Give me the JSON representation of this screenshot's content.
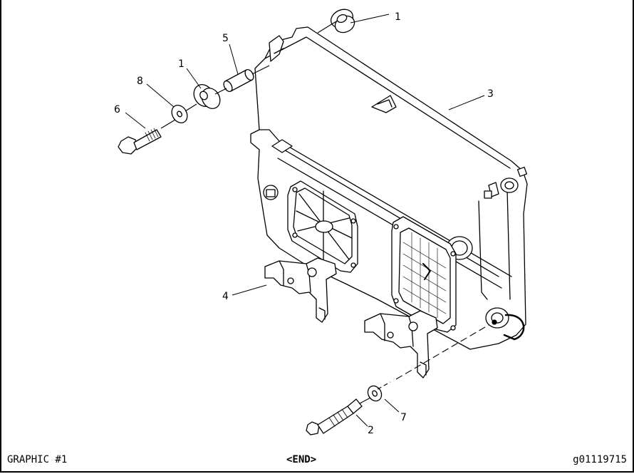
{
  "callouts": {
    "c1_top": "1",
    "c1_left": "1",
    "c2": "2",
    "c3": "3",
    "c4": "4",
    "c5": "5",
    "c6": "6",
    "c7": "7",
    "c8": "8"
  },
  "footer": {
    "left": "GRAPHIC #1",
    "center": "<END>",
    "right": "g01119715"
  }
}
